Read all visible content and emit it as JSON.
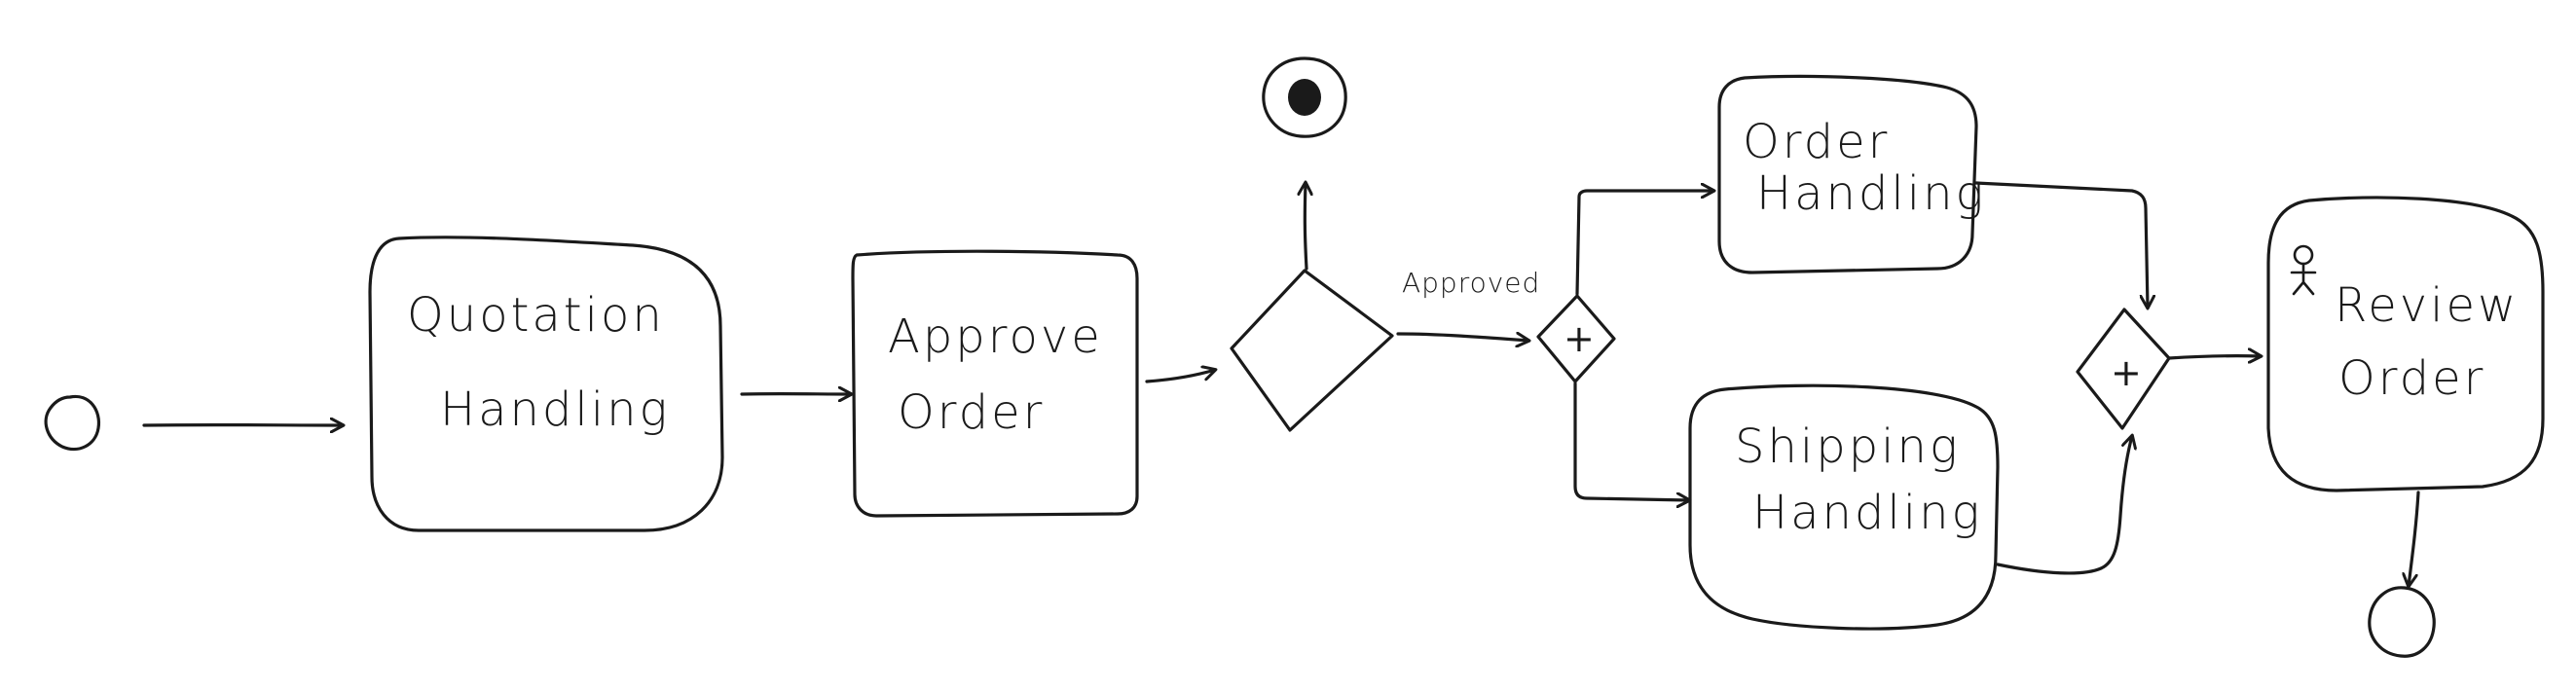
{
  "diagram": {
    "tasks": {
      "quotation_handling": [
        "Quotation",
        "Handling"
      ],
      "approve_order": [
        "Approve",
        "Order"
      ],
      "order_handling": [
        "Order",
        "Handling"
      ],
      "shipping_handling": [
        "Shipping",
        "Handling"
      ],
      "review_order": [
        "Review",
        "Order"
      ]
    },
    "edge_labels": {
      "approved": "Approved"
    },
    "gateway_symbols": {
      "parallel_split": "+",
      "parallel_join": "+"
    },
    "review_order_icon": "user-icon",
    "style": "hand-drawn BPMN sketch",
    "colors": {
      "ink": "#1a1a1a",
      "background": "#ffffff"
    }
  }
}
